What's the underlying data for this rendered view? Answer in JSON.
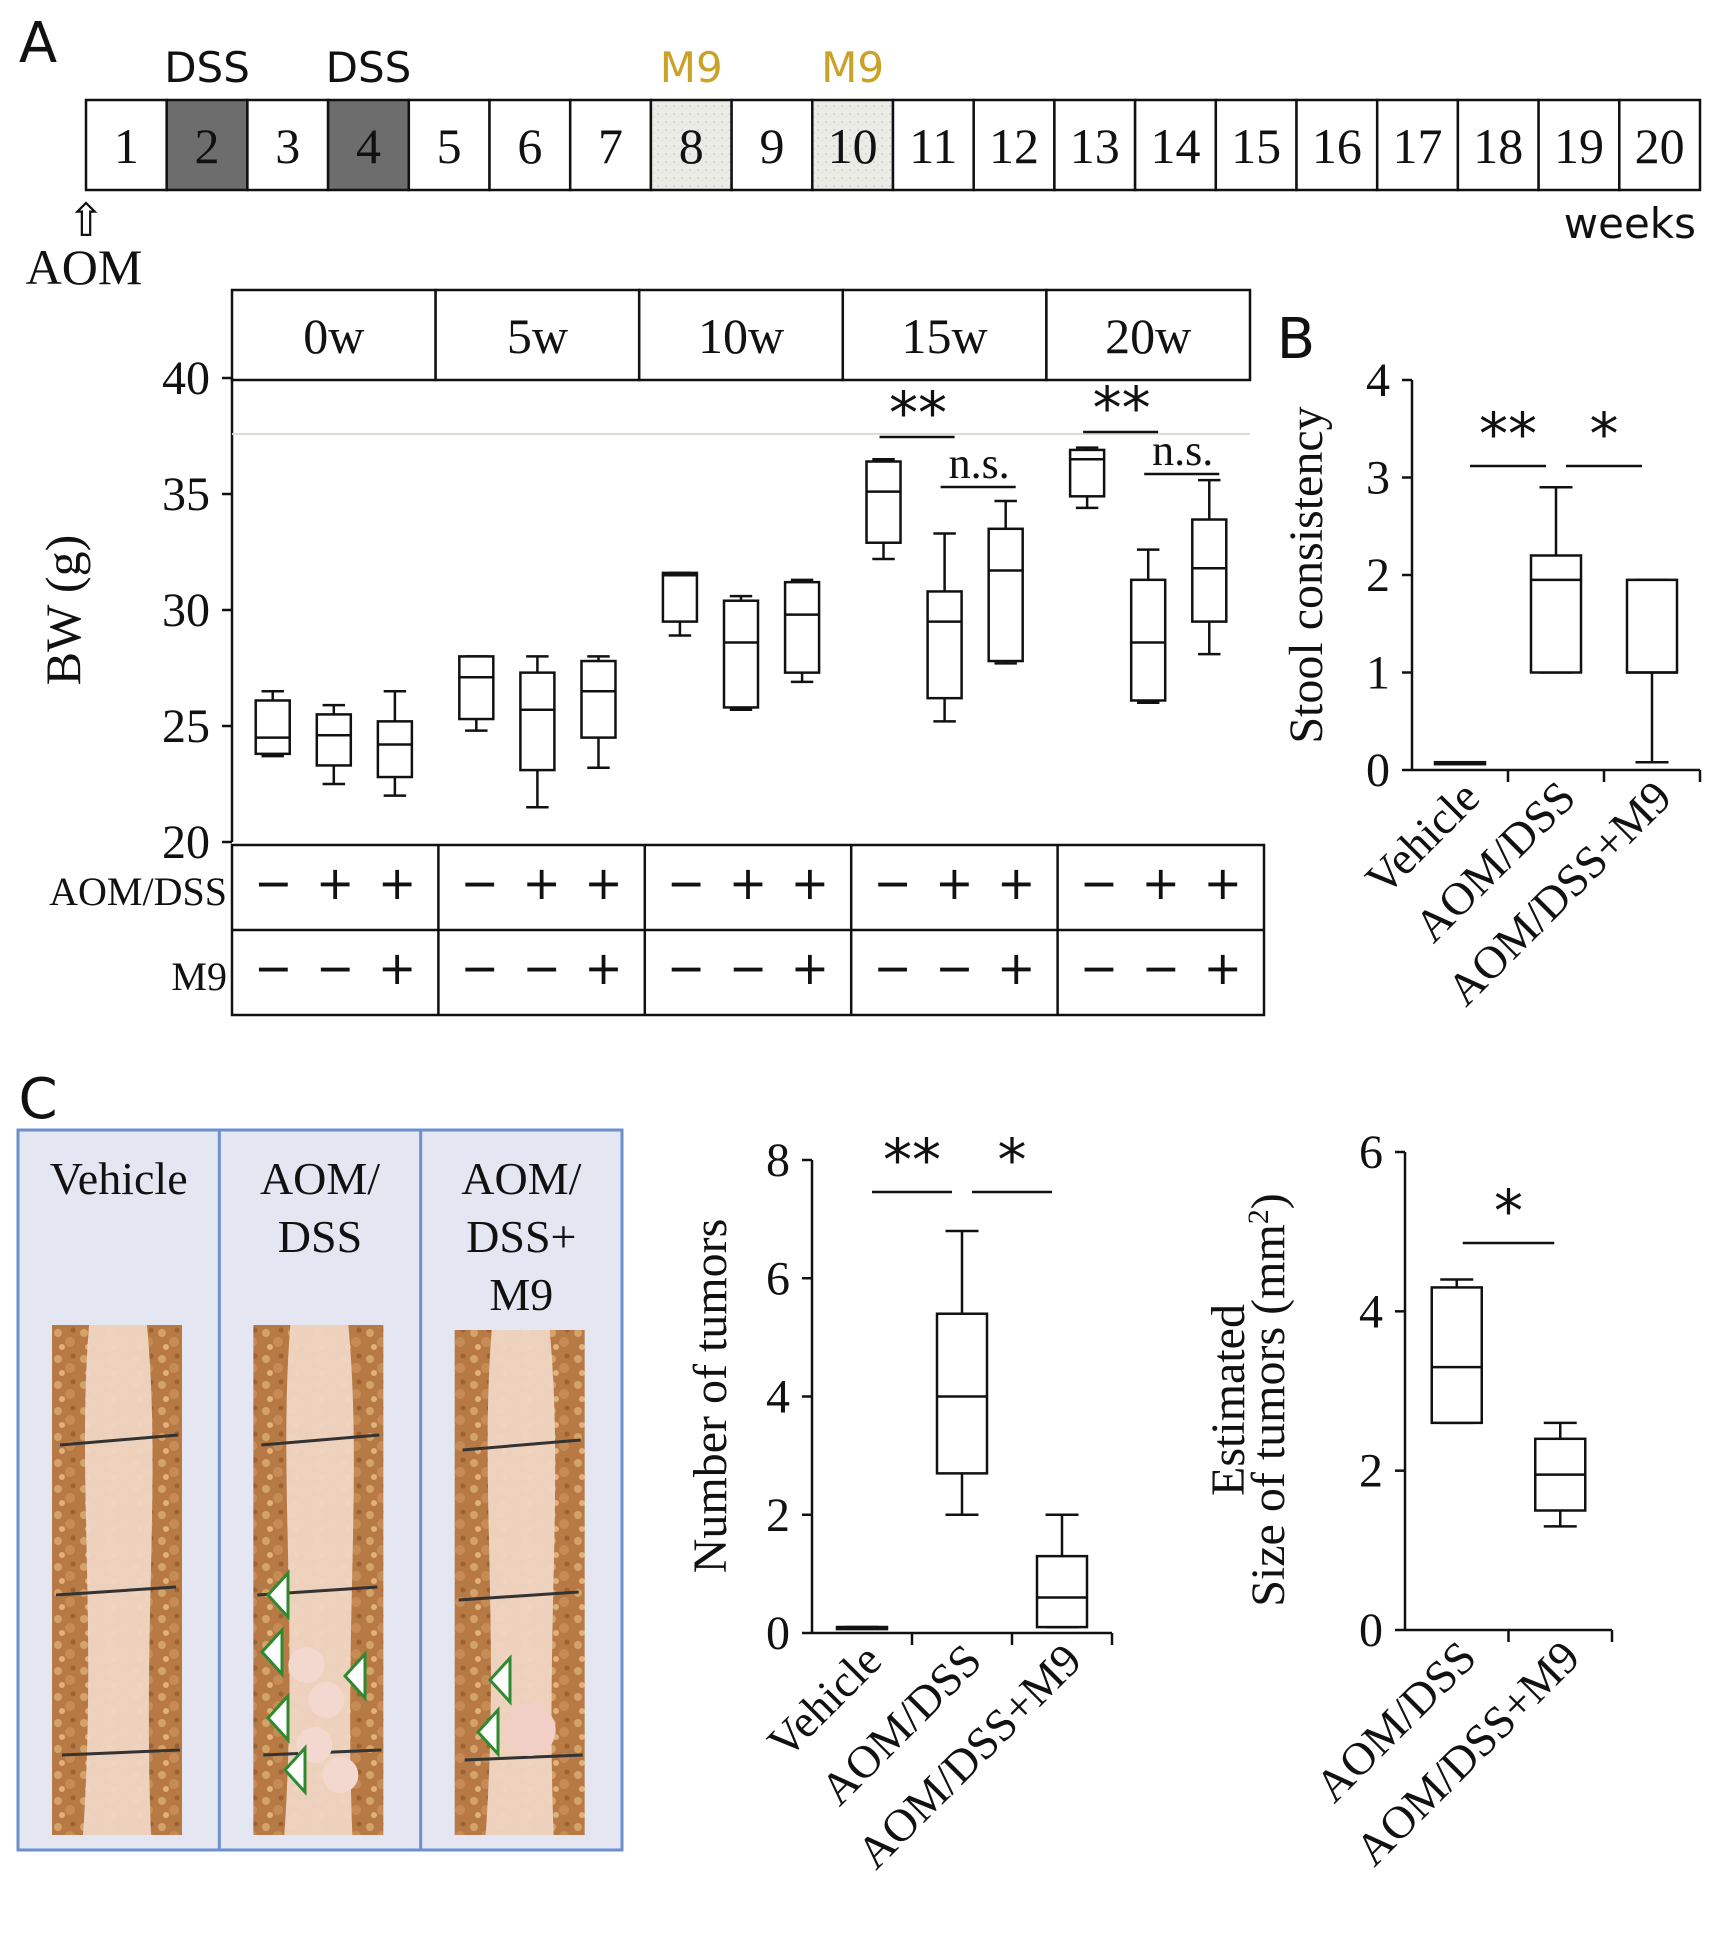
{
  "panel_labels": {
    "a": "A",
    "b": "B",
    "c": "C"
  },
  "timeline": {
    "weeks": [
      "1",
      "2",
      "3",
      "4",
      "5",
      "6",
      "7",
      "8",
      "9",
      "10",
      "11",
      "12",
      "13",
      "14",
      "15",
      "16",
      "17",
      "18",
      "19",
      "20"
    ],
    "dss_label": "DSS",
    "m9_label": "M9",
    "dss_weeks": [
      2,
      4
    ],
    "m9_weeks": [
      8,
      10
    ],
    "aom_label": "AOM",
    "aom_arrow": "⇧",
    "weeks_label": "weeks",
    "colors": {
      "dss_fill": "#6d6d6d",
      "m9_fill": "#e8e8e2",
      "m9_text": "#c9a227"
    }
  },
  "chart_data": [
    {
      "type": "box",
      "panel": "A",
      "title": "",
      "ylabel": "BW (g)",
      "ylim": [
        20,
        40
      ],
      "yticks": [
        20,
        25,
        30,
        35,
        40
      ],
      "groups": [
        "0w",
        "5w",
        "10w",
        "15w",
        "20w"
      ],
      "conditions": {
        "AOM/DSS": [
          "−",
          "+",
          "+"
        ],
        "M9": [
          "−",
          "−",
          "+"
        ]
      },
      "boxes": [
        {
          "group": "0w",
          "cond": 0,
          "min": 23.7,
          "q1": 23.8,
          "median": 24.5,
          "q3": 26.1,
          "max": 26.5
        },
        {
          "group": "0w",
          "cond": 1,
          "min": 22.5,
          "q1": 23.3,
          "median": 24.6,
          "q3": 25.5,
          "max": 25.9
        },
        {
          "group": "0w",
          "cond": 2,
          "min": 22.0,
          "q1": 22.8,
          "median": 24.2,
          "q3": 25.2,
          "max": 26.5
        },
        {
          "group": "5w",
          "cond": 0,
          "min": 24.8,
          "q1": 25.3,
          "median": 27.1,
          "q3": 28.0,
          "max": 28.0
        },
        {
          "group": "5w",
          "cond": 1,
          "min": 21.5,
          "q1": 23.1,
          "median": 25.7,
          "q3": 27.3,
          "max": 28.0
        },
        {
          "group": "5w",
          "cond": 2,
          "min": 23.2,
          "q1": 24.5,
          "median": 26.5,
          "q3": 27.8,
          "max": 28.0
        },
        {
          "group": "10w",
          "cond": 0,
          "min": 28.9,
          "q1": 29.5,
          "median": 31.5,
          "q3": 31.6,
          "max": 31.6
        },
        {
          "group": "10w",
          "cond": 1,
          "min": 25.7,
          "q1": 25.8,
          "median": 28.6,
          "q3": 30.4,
          "max": 30.6
        },
        {
          "group": "10w",
          "cond": 2,
          "min": 26.9,
          "q1": 27.3,
          "median": 29.8,
          "q3": 31.2,
          "max": 31.3
        },
        {
          "group": "15w",
          "cond": 0,
          "min": 32.2,
          "q1": 32.9,
          "median": 35.1,
          "q3": 36.4,
          "max": 36.5
        },
        {
          "group": "15w",
          "cond": 1,
          "min": 25.2,
          "q1": 26.2,
          "median": 29.5,
          "q3": 30.8,
          "max": 33.3
        },
        {
          "group": "15w",
          "cond": 2,
          "min": 27.7,
          "q1": 27.8,
          "median": 31.7,
          "q3": 33.5,
          "max": 34.7
        },
        {
          "group": "20w",
          "cond": 0,
          "min": 34.4,
          "q1": 34.9,
          "median": 36.5,
          "q3": 36.9,
          "max": 37.0
        },
        {
          "group": "20w",
          "cond": 1,
          "min": 26.0,
          "q1": 26.1,
          "median": 28.6,
          "q3": 31.3,
          "max": 32.6
        },
        {
          "group": "20w",
          "cond": 2,
          "min": 28.1,
          "q1": 29.5,
          "median": 31.8,
          "q3": 33.9,
          "max": 35.6
        }
      ],
      "significance": [
        {
          "group": "15w",
          "label": "**",
          "from": 0,
          "to": 1
        },
        {
          "group": "15w",
          "label": "n.s.",
          "from": 1,
          "to": 2
        },
        {
          "group": "20w",
          "label": "**",
          "from": 0,
          "to": 1
        },
        {
          "group": "20w",
          "label": "n.s.",
          "from": 1,
          "to": 2
        }
      ]
    },
    {
      "type": "box",
      "panel": "B",
      "title": "",
      "ylabel": "Stool consistency",
      "ylim": [
        0,
        4
      ],
      "yticks": [
        0,
        1,
        2,
        3,
        4
      ],
      "categories": [
        "Vehicle",
        "AOM/DSS",
        "AOM/DSS+M9"
      ],
      "boxes": [
        {
          "min": 0.08,
          "q1": 0.08,
          "median": 0.08,
          "q3": 0.08,
          "max": 0.08
        },
        {
          "min": 1.0,
          "q1": 1.0,
          "median": 1.95,
          "q3": 2.2,
          "max": 2.9
        },
        {
          "min": 0.08,
          "q1": 1.0,
          "median": 1.0,
          "q3": 1.95,
          "max": 1.95
        }
      ],
      "significance": [
        {
          "label": "**",
          "from": 0,
          "to": 1
        },
        {
          "label": "*",
          "from": 1,
          "to": 2
        }
      ]
    },
    {
      "type": "box",
      "panel": "C",
      "title": "",
      "ylabel": "Number of tumors",
      "ylim": [
        0,
        8
      ],
      "yticks": [
        0,
        2,
        4,
        6,
        8
      ],
      "categories": [
        "Vehicle",
        "AOM/DSS",
        "AOM/DSS+M9"
      ],
      "boxes": [
        {
          "min": 0.1,
          "q1": 0.1,
          "median": 0.1,
          "q3": 0.1,
          "max": 0.1
        },
        {
          "min": 2.0,
          "q1": 2.7,
          "median": 4.0,
          "q3": 5.4,
          "max": 6.8
        },
        {
          "min": 0.1,
          "q1": 0.1,
          "median": 0.6,
          "q3": 1.3,
          "max": 2.0
        }
      ],
      "significance": [
        {
          "label": "**",
          "from": 0,
          "to": 1
        },
        {
          "label": "*",
          "from": 1,
          "to": 2
        }
      ]
    },
    {
      "type": "box",
      "panel": "C",
      "title": "",
      "ylabel_lines": [
        "Estimated",
        "Size of tumors (mm",
        "2",
        ")"
      ],
      "ylim": [
        0,
        6
      ],
      "yticks": [
        0,
        2,
        4,
        6
      ],
      "categories": [
        "AOM/DSS",
        "AOM/DSS+M9"
      ],
      "boxes": [
        {
          "min": 2.6,
          "q1": 2.6,
          "median": 3.3,
          "q3": 4.3,
          "max": 4.4
        },
        {
          "min": 1.3,
          "q1": 1.5,
          "median": 1.95,
          "q3": 2.4,
          "max": 2.6
        }
      ],
      "significance": [
        {
          "label": "*",
          "from": 0,
          "to": 1
        }
      ]
    }
  ],
  "photos": {
    "labels": [
      [
        "Vehicle"
      ],
      [
        "AOM/",
        "DSS"
      ],
      [
        "AOM/",
        "DSS+",
        "M9"
      ]
    ],
    "arrowheads": [
      0,
      5,
      2
    ],
    "colors": {
      "panel_bg": "#e4e6f2",
      "border": "#6d8fcc",
      "tissue": "#efd6c4",
      "background": "#b77a45",
      "arrow_edge": "#2f8a2f"
    }
  }
}
